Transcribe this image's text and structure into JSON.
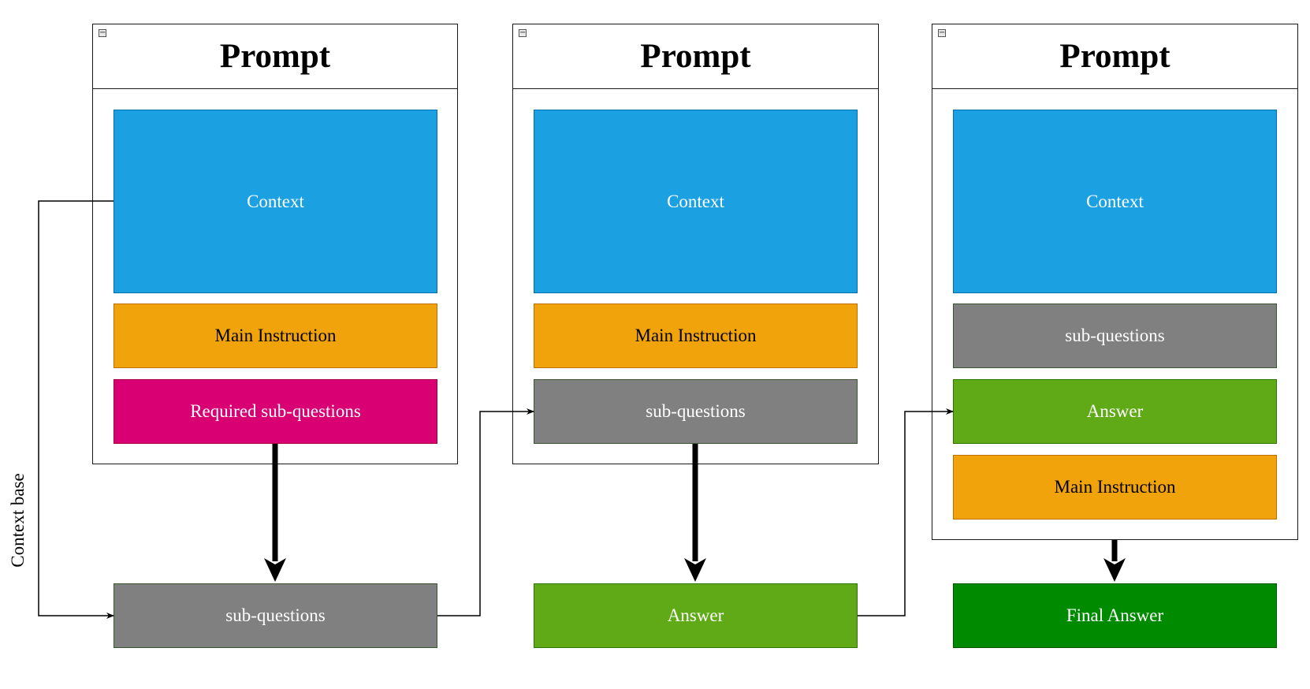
{
  "stages": [
    {
      "header": "Prompt",
      "blocks": [
        "Context",
        "Main Instruction",
        "Required sub-questions"
      ],
      "output": "sub-questions"
    },
    {
      "header": "Prompt",
      "blocks": [
        "Context",
        "Main Instruction",
        "sub-questions"
      ],
      "output": "Answer"
    },
    {
      "header": "Prompt",
      "blocks": [
        "Context",
        "sub-questions",
        "Answer",
        "Main Instruction"
      ],
      "output": "Final Answer"
    }
  ],
  "side_label": "Context base",
  "colors": {
    "context": "#1ba1e2",
    "main_instruction": "#f0a30a",
    "required_sub_questions": "#d80073",
    "sub_questions": "#808080",
    "answer": "#60a917",
    "final_answer": "#008a00"
  }
}
